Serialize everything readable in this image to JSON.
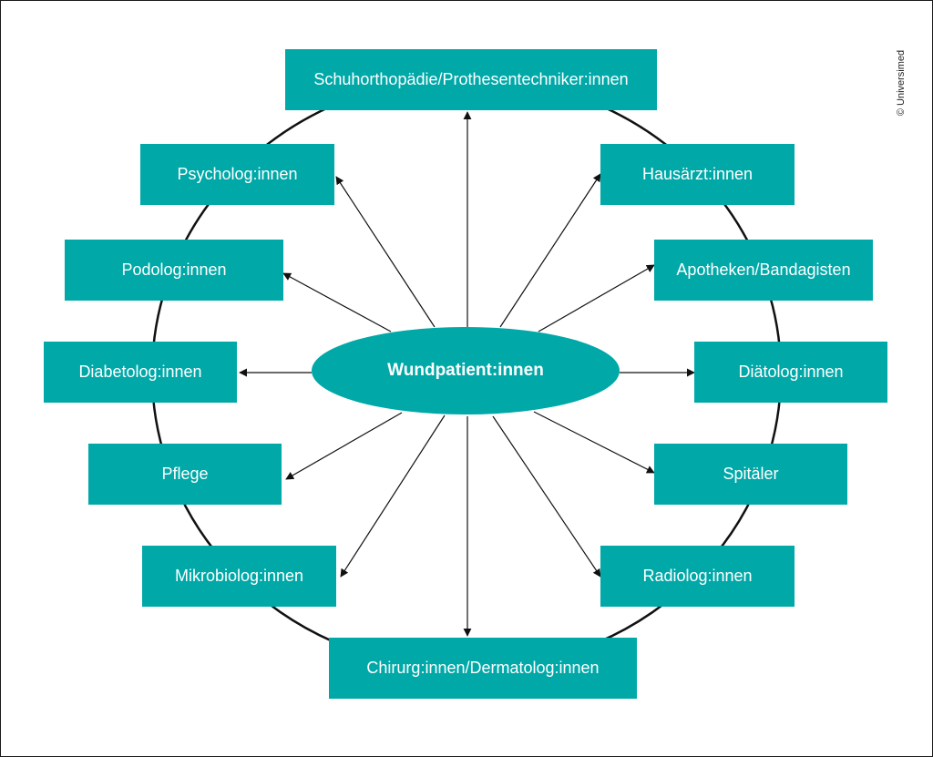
{
  "colors": {
    "node_fill": "#00a8a8",
    "text": "#ffffff",
    "line": "#111111"
  },
  "center": {
    "label": "Wundpatient:innen"
  },
  "nodes": [
    {
      "id": "schuhorthopaedie",
      "label": "Schuhorthopädie/Prothesentechniker:innen"
    },
    {
      "id": "hausaerzt",
      "label": "Hausärzt:innen"
    },
    {
      "id": "apotheken",
      "label": "Apotheken/Bandagisten"
    },
    {
      "id": "diaetolog",
      "label": "Diätolog:innen"
    },
    {
      "id": "spitaeler",
      "label": "Spitäler"
    },
    {
      "id": "radiolog",
      "label": "Radiolog:innen"
    },
    {
      "id": "chirurg",
      "label": "Chirurg:innen/Dermatolog:innen"
    },
    {
      "id": "mikrobiolog",
      "label": "Mikrobiolog:innen"
    },
    {
      "id": "pflege",
      "label": "Pflege"
    },
    {
      "id": "diabetolog",
      "label": "Diabetolog:innen"
    },
    {
      "id": "podolog",
      "label": "Podolog:innen"
    },
    {
      "id": "psycholog",
      "label": "Psycholog:innen"
    }
  ],
  "copyright": "© Universimed"
}
